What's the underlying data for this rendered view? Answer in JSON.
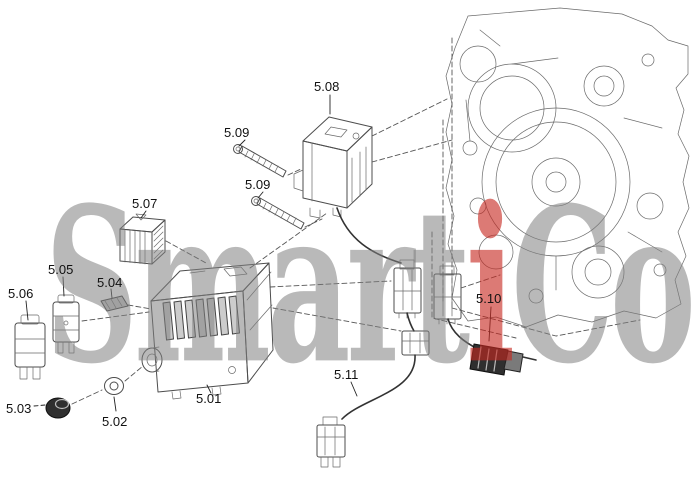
{
  "labels": {
    "l501": "5.01",
    "l502": "5.02",
    "l503": "5.03",
    "l504": "5.04",
    "l505": "5.05",
    "l506": "5.06",
    "l507": "5.07",
    "l508": "5.08",
    "l509": "5.09",
    "l510": "5.10",
    "l511": "5.11"
  },
  "watermark": {
    "gray_left": "Smart",
    "red_mid": "i",
    "gray_right": "Co"
  },
  "colors": {
    "line": "#4d4d4d",
    "label_text": "#111111",
    "watermark_gray": "#808080",
    "watermark_red": "#c62820",
    "background": "#ffffff",
    "dark_part": "#2f2f2f"
  }
}
